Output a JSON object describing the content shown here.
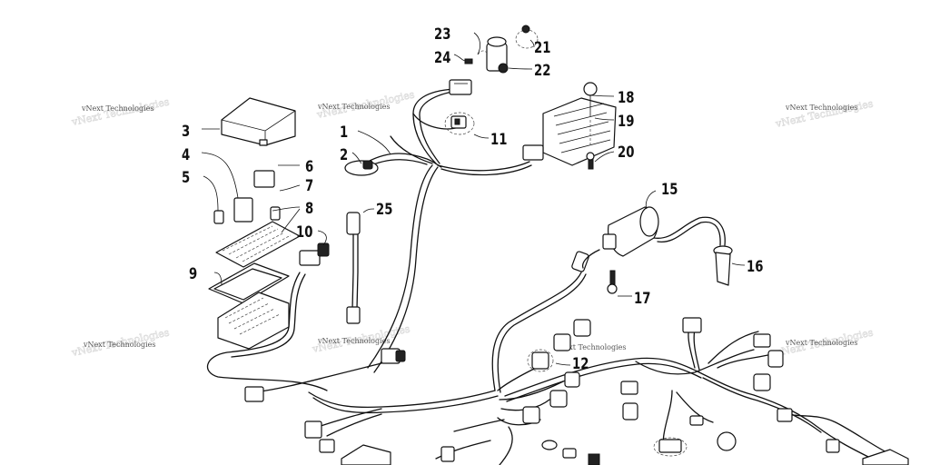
{
  "callouts": {
    "c1": "1",
    "c2": "2",
    "c3": "3",
    "c4": "4",
    "c5": "5",
    "c6": "6",
    "c7": "7",
    "c8": "8",
    "c9": "9",
    "c10": "10",
    "c11": "11",
    "c12": "12",
    "c15": "15",
    "c16": "16",
    "c17": "17",
    "c18": "18",
    "c19": "19",
    "c20": "20",
    "c21": "21",
    "c22": "22",
    "c23": "23",
    "c24": "24",
    "c25": "25"
  },
  "watermark": "vNext Technologies"
}
